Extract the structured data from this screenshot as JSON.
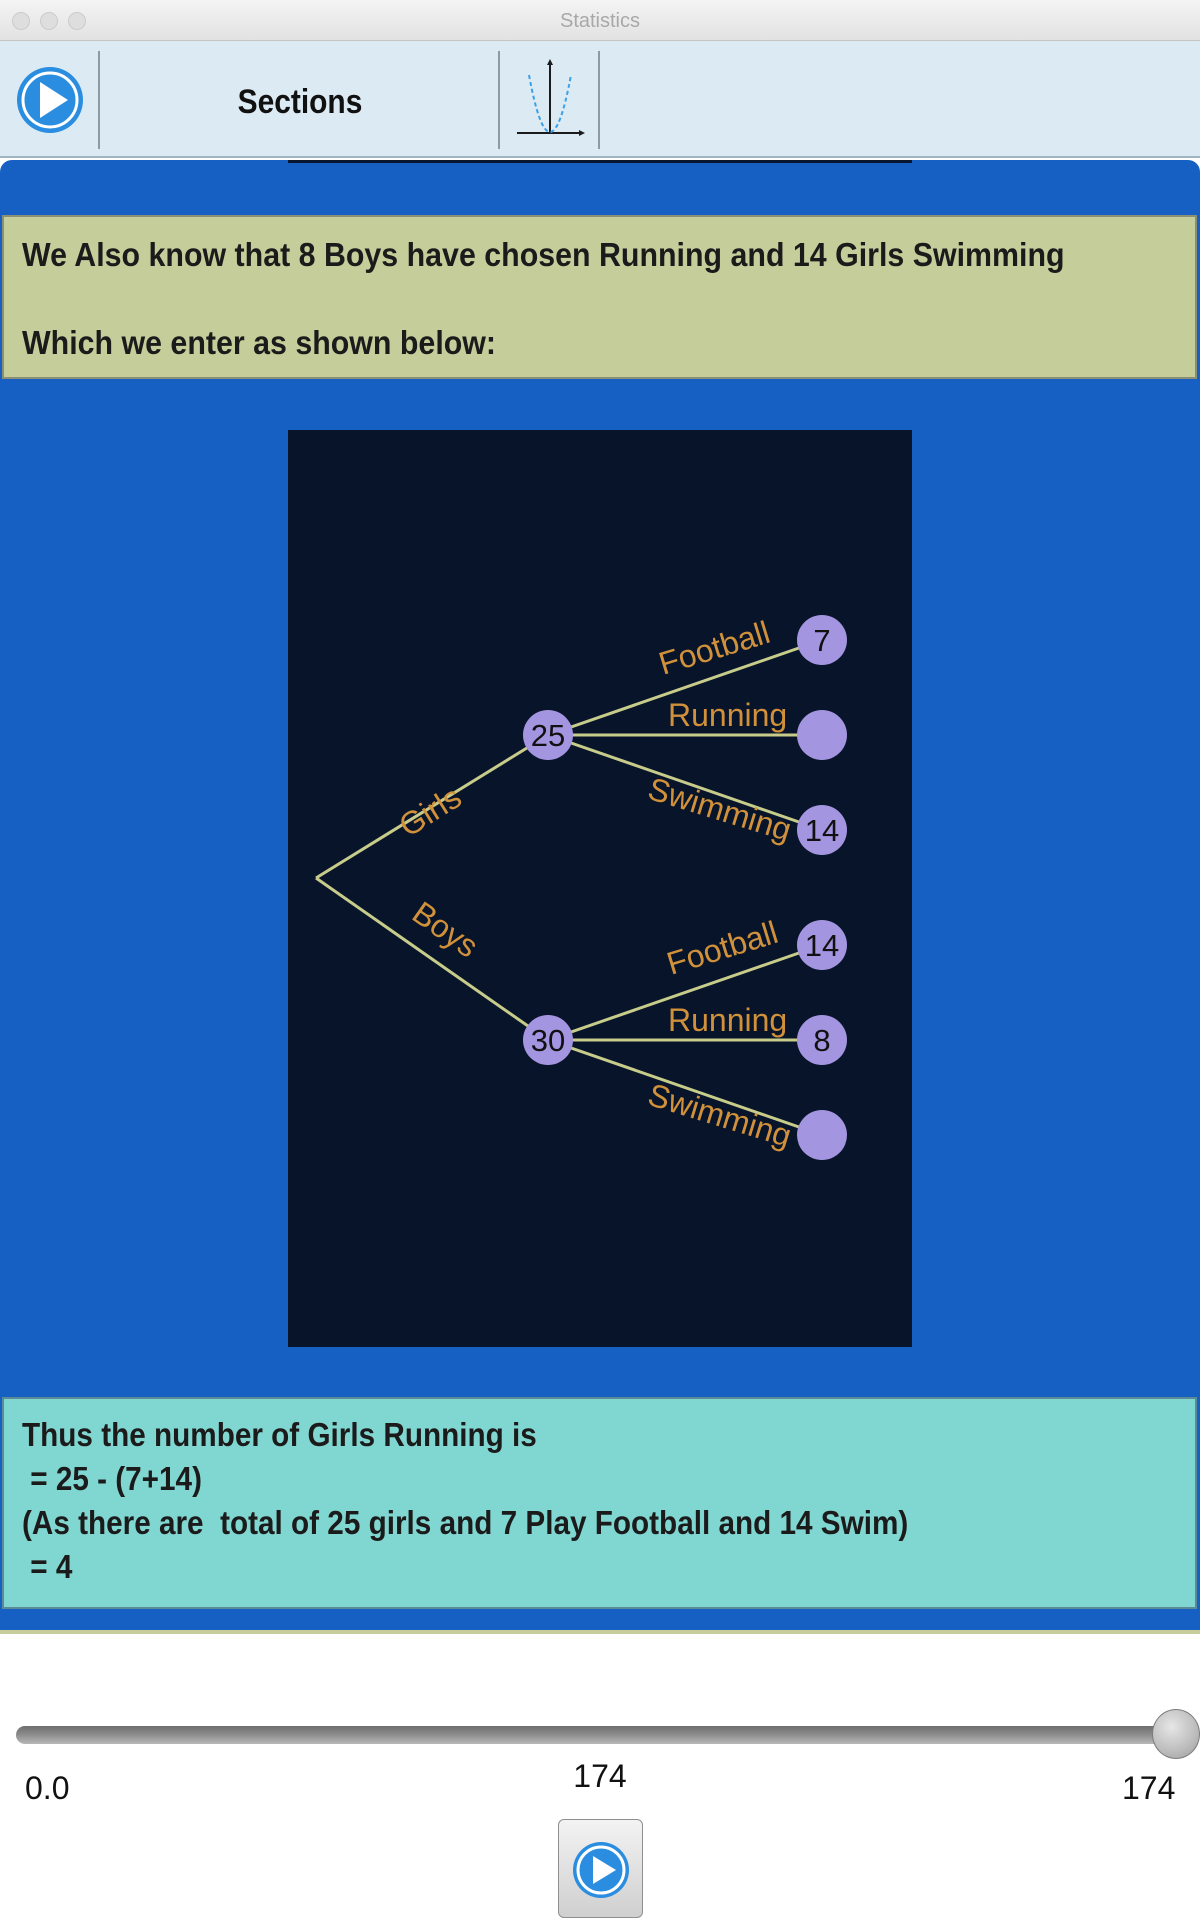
{
  "window": {
    "title": "Statistics"
  },
  "toolbar": {
    "play_icon": "play-icon",
    "sections_label": "Sections",
    "chart_icon": "chart-icon"
  },
  "info_box": {
    "line1": "We Also know that 8 Boys have chosen Running and 14 Girls Swimming",
    "line2": "Which we enter as shown below:"
  },
  "tree": {
    "root_branches": [
      {
        "label": "Girls",
        "node_value": "25",
        "children": [
          {
            "label": "Football",
            "value": "7"
          },
          {
            "label": "Running",
            "value": ""
          },
          {
            "label": "Swimming",
            "value": "14"
          }
        ]
      },
      {
        "label": "Boys",
        "node_value": "30",
        "children": [
          {
            "label": "Football",
            "value": "14"
          },
          {
            "label": "Running",
            "value": "8"
          },
          {
            "label": "Swimming",
            "value": ""
          }
        ]
      }
    ]
  },
  "result_box": {
    "line1": "Thus the number of Girls Running is",
    "line2": " = 25 - (7+14)",
    "line3": "(As there are  total of 25 girls and 7 Play Football and 14 Swim)",
    "line4": " = 4"
  },
  "slider": {
    "min_label": "0.0",
    "current_label": "174",
    "max_label": "174",
    "value": 174,
    "min": 0,
    "max": 174
  },
  "colors": {
    "panel_blue": "#1660c3",
    "info_bg": "#c5ce9a",
    "result_bg": "#80d6d1",
    "tree_bg": "#07142a",
    "node_fill": "#a495e0",
    "branch_line": "#c8cc8a",
    "branch_label": "#d1913a",
    "play_blue": "#2a8de0"
  }
}
